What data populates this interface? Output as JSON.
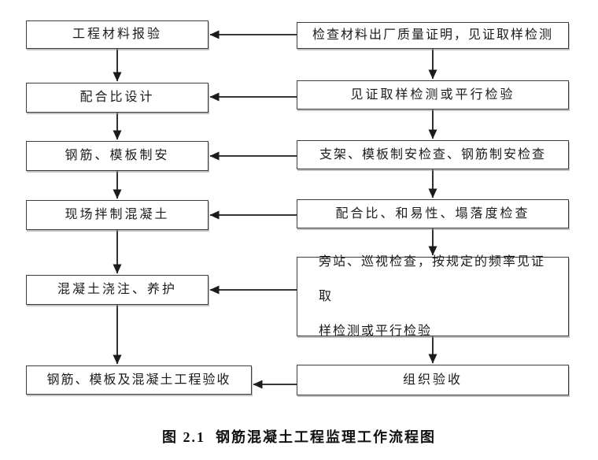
{
  "figure": {
    "caption": "图 2.1  钢筋混凝土工程监理工作流程图"
  },
  "flowchart": {
    "left_column": [
      {
        "label": "工程材料报验"
      },
      {
        "label": "配合比设计"
      },
      {
        "label": "钢筋、模板制安"
      },
      {
        "label": "现场拌制混凝土"
      },
      {
        "label": "混凝土浇注、养护"
      },
      {
        "label": "钢筋、模板及混凝土工程验收"
      }
    ],
    "right_column": [
      {
        "label": "检查材料出厂质量证明，见证取样检测"
      },
      {
        "label": "见证取样检测或平行检验"
      },
      {
        "label": "支架、模板制安检查、钢筋制安检查"
      },
      {
        "label": "配合比、和易性、塌落度检查"
      },
      {
        "label": "旁站、巡视检查，按规定的频率见证取\n样检测或平行检验"
      },
      {
        "label": "组织验收"
      }
    ],
    "connections": {
      "left_vertical_flow": "each left box flows down to the next left box",
      "right_vertical_flow": "each right box flows down to the next right box",
      "horizontal_flow": "each right box points left into the adjacent left box"
    }
  },
  "colors": {
    "background": "#ffffff",
    "box_border": "#3d3d3d",
    "arrow": "#1c1c1c",
    "text": "#1b1b1b"
  }
}
